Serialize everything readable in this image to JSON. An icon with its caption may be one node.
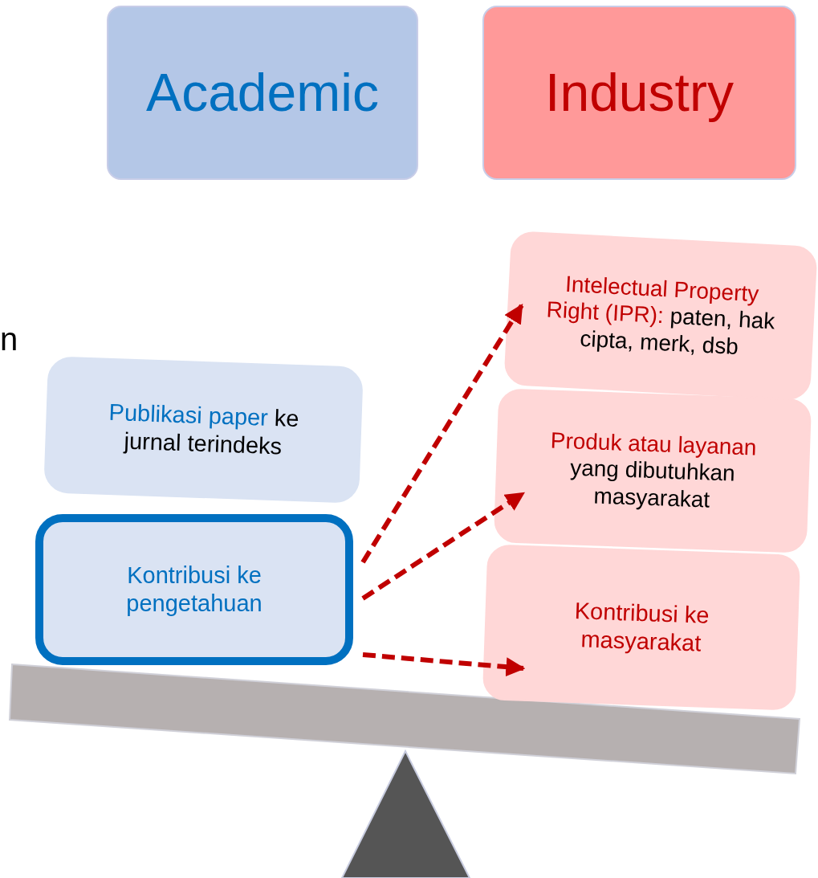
{
  "diagram": {
    "nodes": [
      {
        "text": [
          "Academic"
        ]
      },
      {
        "text": [
          "Industry"
        ]
      },
      {
        "text": [
          "Publikasi paper",
          "ke jurnal terindeks"
        ]
      },
      {
        "text": [
          "Kontribusi ke pengetahuan"
        ]
      },
      {
        "text": [
          "Intelectual Property Right (IPR):",
          "paten, hak cipta, merk, dsb"
        ]
      },
      {
        "text": [
          "Produk atau layanan",
          "yang dibutuhkan masyarakat"
        ]
      },
      {
        "text": [
          "Kontribusi ke masyarakat"
        ]
      }
    ],
    "edges": [
      {
        "from": 3,
        "to": 4,
        "arrow": "to",
        "style": "dashed"
      },
      {
        "from": 3,
        "to": 5,
        "arrow": "to",
        "style": "dashed"
      },
      {
        "from": 3,
        "to": 6,
        "arrow": "to",
        "style": "dashed"
      }
    ],
    "labels": [
      "n"
    ]
  }
}
